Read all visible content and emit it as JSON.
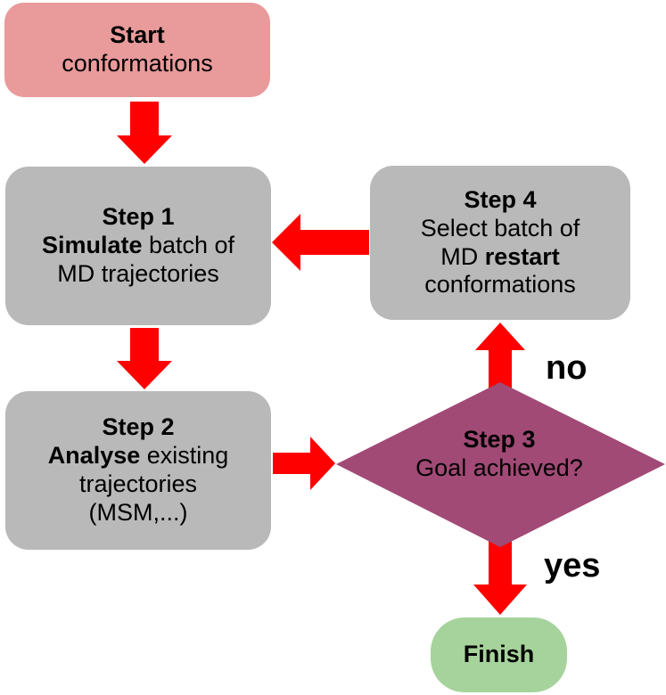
{
  "start": {
    "title": "Start",
    "text": "conformations"
  },
  "step1": {
    "title": "Step 1",
    "bold_word": "Simulate",
    "text_after_bold": " batch of",
    "line3": "MD trajectories"
  },
  "step2": {
    "title": "Step 2",
    "bold_word": "Analyse",
    "text_after_bold": " existing",
    "line3": "trajectories",
    "line4": "(MSM,...)"
  },
  "step3": {
    "title": "Step 3",
    "text": "Goal achieved?"
  },
  "step4": {
    "title": "Step 4",
    "line2": "Select batch of",
    "line3_prefix": "MD ",
    "line3_bold": "restart",
    "line4": "conformations"
  },
  "finish": {
    "text": "Finish"
  },
  "labels": {
    "no": "no",
    "yes": "yes"
  },
  "colors": {
    "start_fill": "#e99a9b",
    "step_fill": "#b9b9b9",
    "decision_fill": "#a14a76",
    "finish_fill": "#a6d39c",
    "arrow": "#ff0000"
  }
}
